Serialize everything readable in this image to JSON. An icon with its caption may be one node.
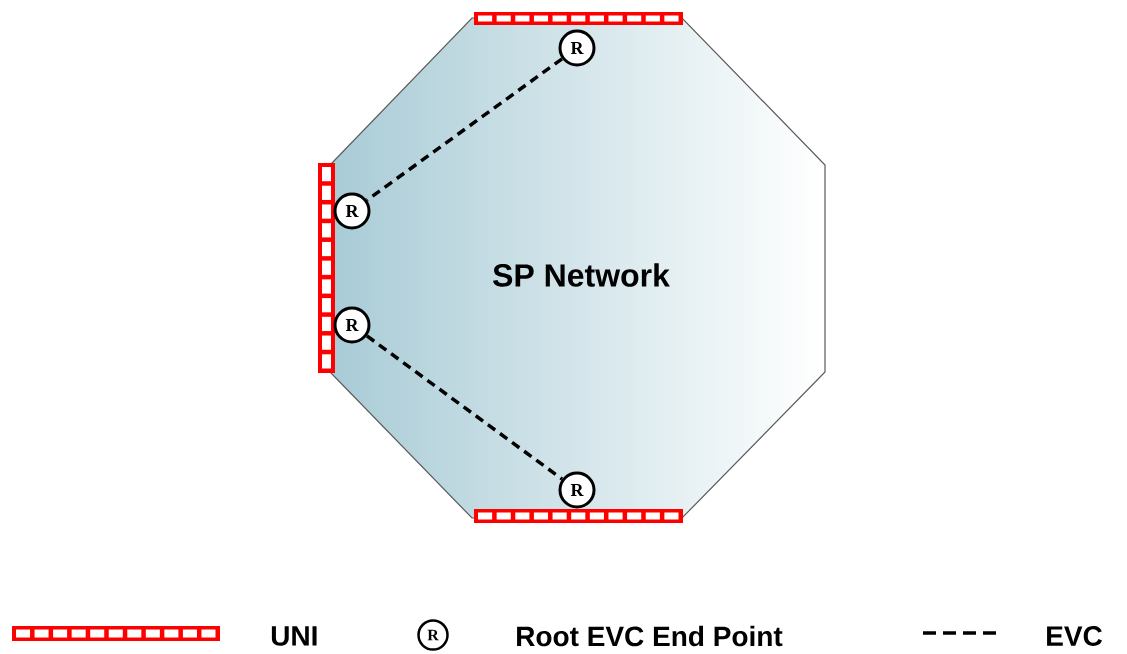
{
  "diagram": {
    "nodes": [
      {
        "text": [
          "SP Network"
        ]
      },
      {
        "text": [
          "R"
        ],
        "in": 0
      },
      {
        "text": [
          "R"
        ],
        "in": 0
      },
      {
        "text": [
          "R"
        ],
        "in": 0
      },
      {
        "text": [
          "R"
        ],
        "in": 0
      }
    ],
    "edges": [
      {
        "from": 1,
        "to": 2,
        "arrow": "none",
        "style": "dashed"
      },
      {
        "from": 3,
        "to": 4,
        "arrow": "none",
        "style": "dashed"
      }
    ],
    "labels": [
      "R"
    ],
    "legend": [
      {
        "text": "UNI"
      },
      {
        "text": "Root EVC End Point"
      },
      {
        "text": "EVC"
      }
    ]
  }
}
